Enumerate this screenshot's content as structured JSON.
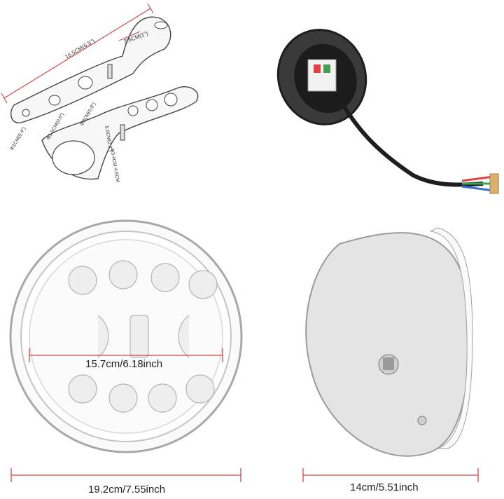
{
  "bracket": {
    "dim_length": "16.5CM(6.5\")",
    "dim_width": "2.6CM(1\")",
    "dim_hole_large": "Φ2CM(0.8\")",
    "dim_hole_mid": "Φ1.5CM(0.6\")",
    "dim_hole_small": "Φ1CM(0.4\")",
    "dim_height": "5.5CM(2.2\")",
    "dim_clamp": "Φ3.4CM-4.6CM"
  },
  "connector": {
    "wire_colors": [
      "#e04040",
      "#40a050",
      "#3a6fd8"
    ]
  },
  "headlight_front": {
    "inner_dim": "15.7cm/6.18inch",
    "outer_dim": "19.2cm/7.55inch"
  },
  "headlight_side": {
    "depth_dim": "14cm/5.51inch"
  },
  "colors": {
    "dimension_line": "#d04848",
    "chrome": "#c8c8c8"
  }
}
